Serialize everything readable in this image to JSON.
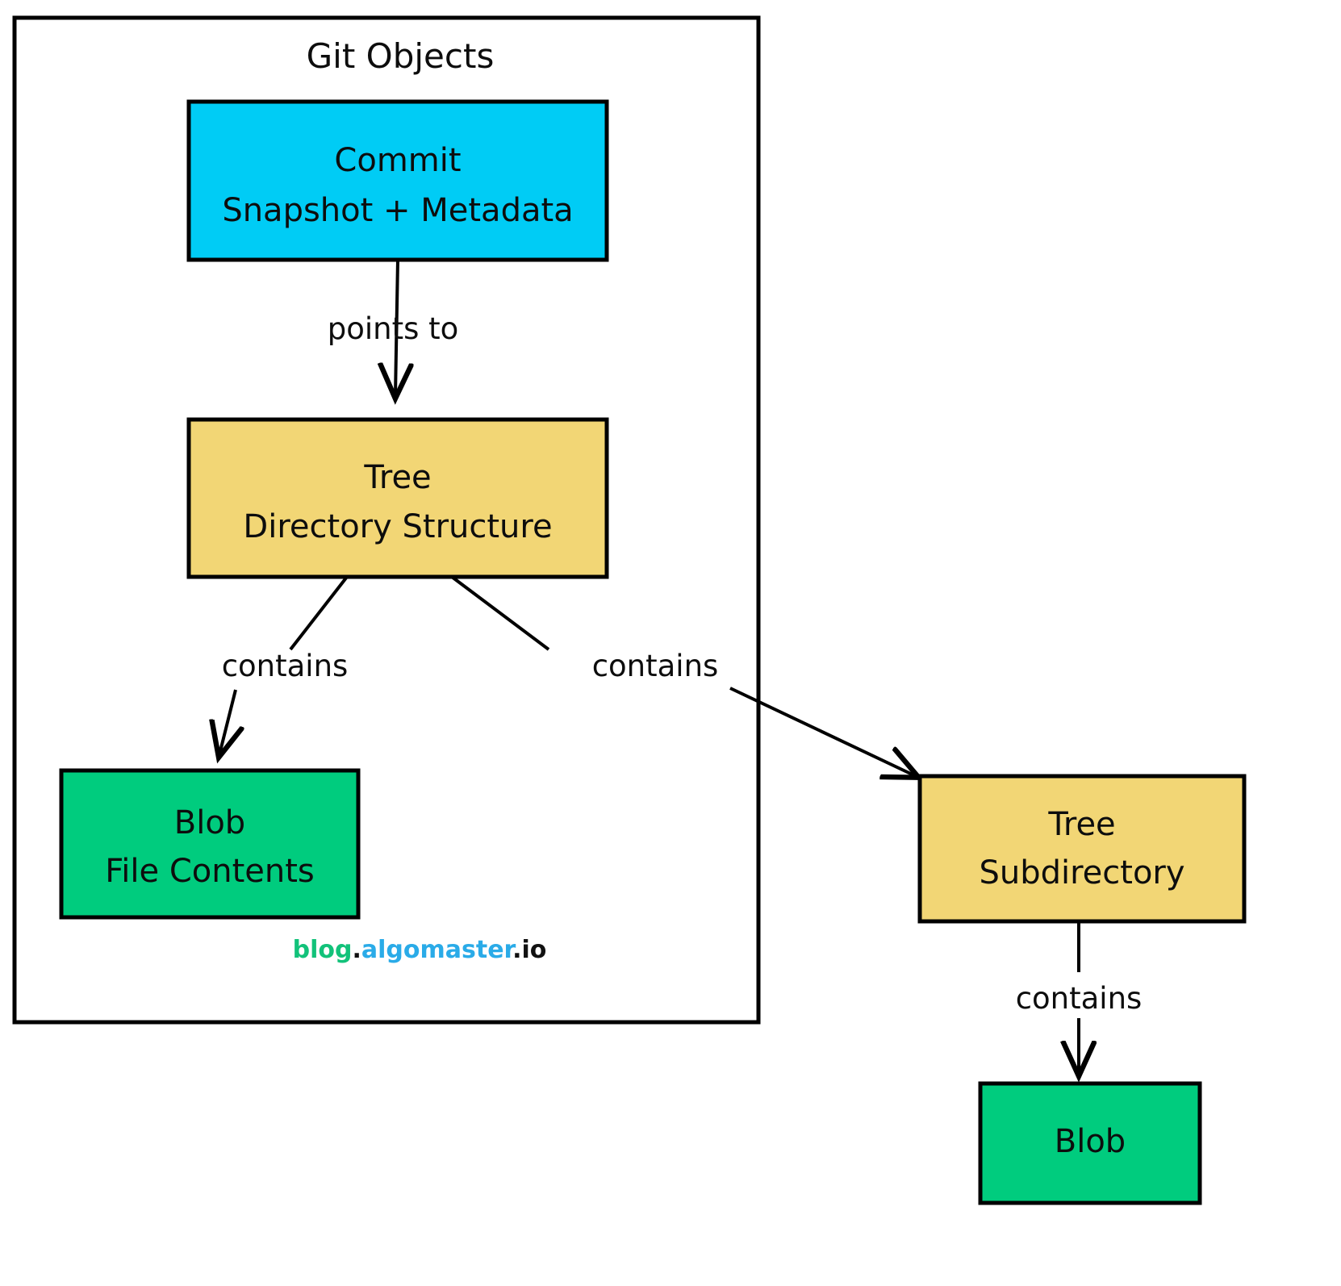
{
  "diagram": {
    "type": "flowchart",
    "container": {
      "title": "Git Objects"
    },
    "nodes": [
      {
        "id": "commit",
        "line1": "Commit",
        "line2": "Snapshot + Metadata",
        "color": "#00ccf5"
      },
      {
        "id": "tree-root",
        "line1": "Tree",
        "line2": "Directory Structure",
        "color": "#f2d675"
      },
      {
        "id": "blob-file",
        "line1": "Blob",
        "line2": "File Contents",
        "color": "#00cc7e"
      },
      {
        "id": "tree-sub",
        "line1": "Tree",
        "line2": "Subdirectory",
        "color": "#f2d675"
      },
      {
        "id": "blob-sub",
        "line1": "Blob",
        "line2": "",
        "color": "#00cc7e"
      }
    ],
    "edges": [
      {
        "id": "commit-to-tree",
        "from": "commit",
        "to": "tree-root",
        "label": "points to"
      },
      {
        "id": "tree-to-blob",
        "from": "tree-root",
        "to": "blob-file",
        "label": "contains"
      },
      {
        "id": "tree-to-subtree",
        "from": "tree-root",
        "to": "tree-sub",
        "label": "contains"
      },
      {
        "id": "subtree-to-blob",
        "from": "tree-sub",
        "to": "blob-sub",
        "label": "contains"
      }
    ]
  },
  "branding": {
    "part1": "blog",
    "dot1": ".",
    "part2": "algomaster",
    "dot2": ".",
    "part3": "io",
    "color1": "#12c27a",
    "color2": "#2aabe8",
    "color3": "#111111"
  }
}
